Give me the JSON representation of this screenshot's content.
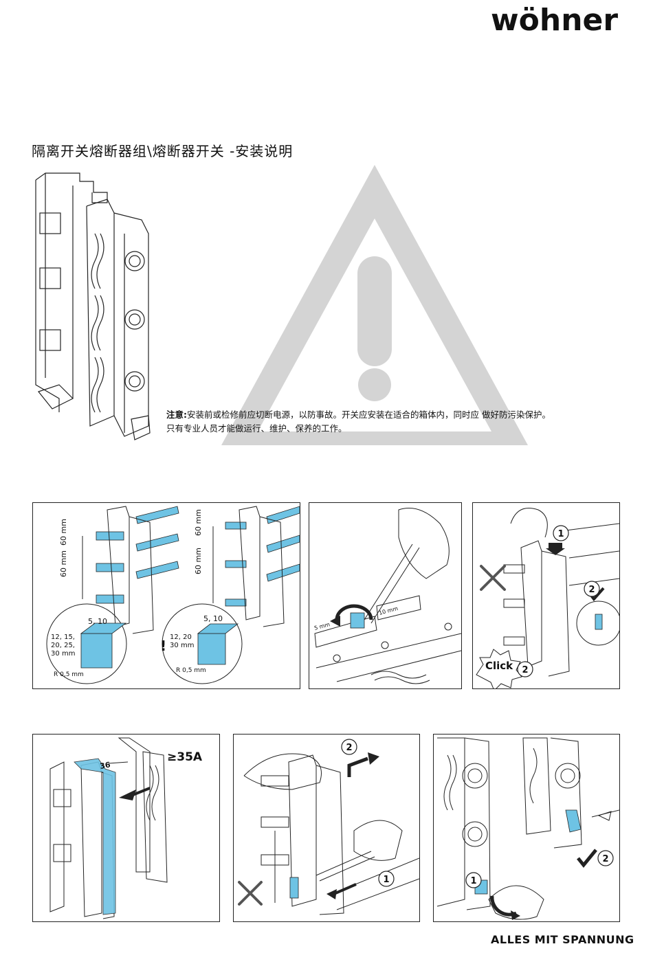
{
  "brand": {
    "logo_text": "wöhner",
    "footer_text": "ALLES MIT SPANNUNG"
  },
  "title": "隔离开关熔断器组\\熔断器开关 -安装说明",
  "notice": {
    "label": "注意:",
    "line1": "安装前或检修前应切断电源，以防事故。开关应安装在适合的箱体内，同时应  做好防污染保护。",
    "line2": "只有专业人员才能做运行、维护、保养的工作。"
  },
  "panels": {
    "p1": {
      "spacing_a": "60 mm",
      "spacing_b": "60 mm",
      "spacing_c": "60 mm",
      "spacing_d": "60 mm",
      "bar_thick_a": "5, 10",
      "bar_thick_b": "5, 10",
      "bar_width_a_1": "12, 15,",
      "bar_width_a_2": "20, 25,",
      "bar_width_a_3": "30",
      "bar_width_b_1": "12, 20",
      "bar_width_b_2": "30",
      "mm": "mm",
      "radius_a": "R 0,5 mm",
      "radius_b": "R 0,5 mm",
      "excl": "!"
    },
    "p2": {
      "dim_5": "5 mm",
      "dim_10": "10 mm"
    },
    "p3": {
      "step1": "1",
      "step2": "2",
      "step2b": "2",
      "click": "Click"
    },
    "p4": {
      "rating": "≥35A",
      "width": "36"
    },
    "p5": {
      "step1": "1",
      "step2": "2"
    },
    "p6": {
      "step1": "1",
      "step2": "2"
    }
  },
  "colors": {
    "accent": "#6ec3e4",
    "warning_grey": "#d4d4d4",
    "line": "#222222"
  }
}
